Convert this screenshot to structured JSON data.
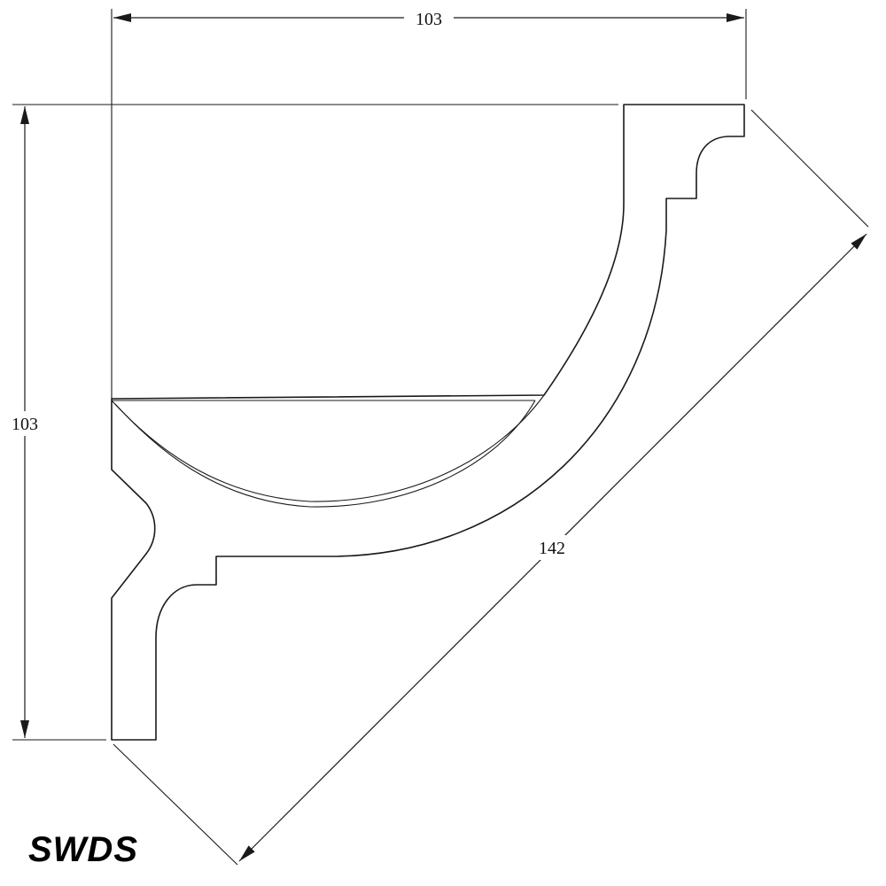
{
  "dimensions": {
    "width_label": "103",
    "height_label": "103",
    "diagonal_label": "142"
  },
  "brand": {
    "logo_text": "SWDS"
  }
}
